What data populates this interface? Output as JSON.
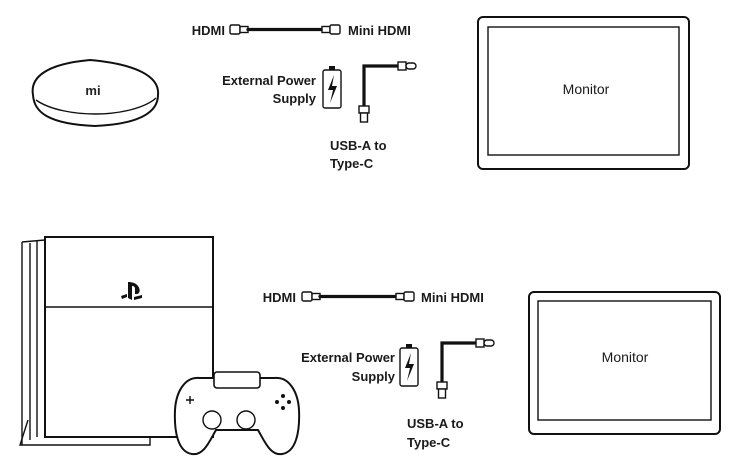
{
  "setups": [
    {
      "device": {
        "name": "Xiaomi TV box",
        "logo_text": "mi",
        "icon": "tv-box-icon"
      },
      "video_cable": {
        "left_label": "HDMI",
        "right_label": "Mini HDMI"
      },
      "power": {
        "label_line1": "External Power",
        "label_line2": "Supply",
        "icon": "battery-icon"
      },
      "power_cable": {
        "label_line1": "USB-A to",
        "label_line2": "Type-C"
      },
      "monitor": {
        "label": "Monitor"
      }
    },
    {
      "device": {
        "name": "PlayStation 4 console",
        "icon": "game-console-icon",
        "accessory_icon": "gamepad-icon"
      },
      "video_cable": {
        "left_label": "HDMI",
        "right_label": "Mini HDMI"
      },
      "power": {
        "label_line1": "External Power",
        "label_line2": "Supply",
        "icon": "battery-icon"
      },
      "power_cable": {
        "label_line1": "USB-A to",
        "label_line2": "Type-C"
      },
      "monitor": {
        "label": "Monitor"
      }
    }
  ],
  "colors": {
    "line": "#111111",
    "background": "#ffffff"
  }
}
